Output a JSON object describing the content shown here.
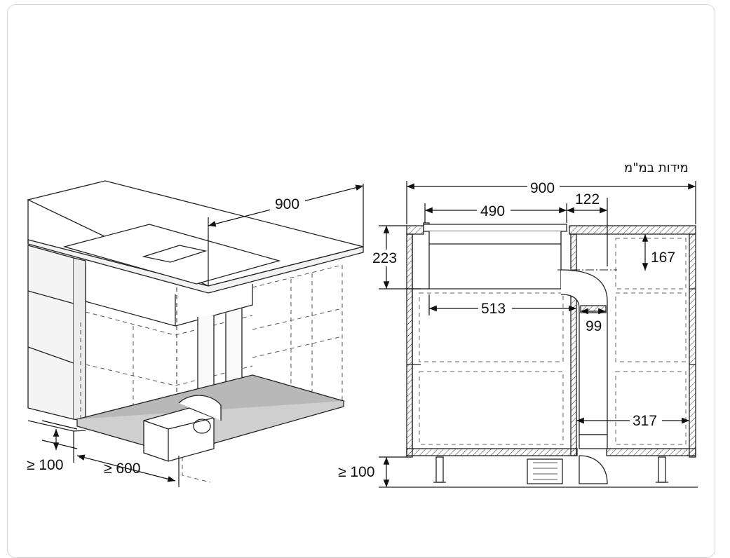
{
  "unit_note": "מידות במ\"מ",
  "perspective_view": {
    "width_label": "900",
    "floor_gap_label": "≥ 100",
    "depth_label": "≥ 600"
  },
  "front_view": {
    "total_width_label": "900",
    "hob_width_label": "490",
    "offset_label": "122",
    "hob_height_label": "223",
    "module_width_label": "513",
    "duct_depth_label": "167",
    "duct_width_label": "99",
    "duct_distance_label": "317",
    "floor_gap_label": "≥ 100"
  }
}
